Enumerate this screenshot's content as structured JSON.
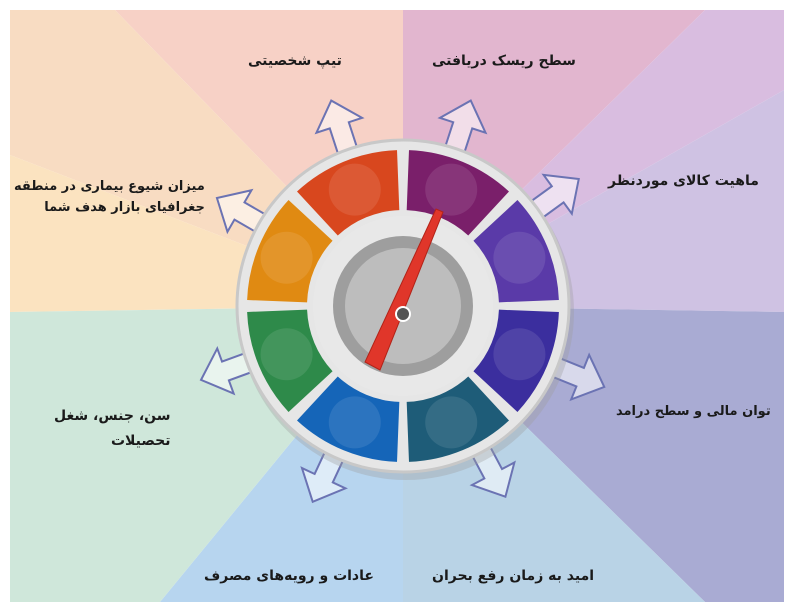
{
  "factors": [
    {
      "id": "personality",
      "label": "تیپ شخصیتی"
    },
    {
      "id": "risk",
      "label": "سطح  ریسک  دریافتی"
    },
    {
      "id": "product",
      "label": "ماهیت  کالای  موردنظر"
    },
    {
      "id": "income",
      "label": "توان مالی و سطح  درامد"
    },
    {
      "id": "hope",
      "label": "امید  به  زمان  رفع  بحران"
    },
    {
      "id": "habits",
      "label": "عادات و رویه‌های مصرف"
    },
    {
      "id": "demographics",
      "lines": [
        "سن، جنس، شغل",
        "تحصیلات"
      ]
    },
    {
      "id": "disease",
      "lines": [
        "میزان شیوع بیماری در منطقه",
        "جغرافیای بازار هدف شما"
      ]
    }
  ],
  "colors": {
    "segments": [
      "#7a1f6a",
      "#5a3aa8",
      "#3b2e9e",
      "#1e5c78",
      "#1565b8",
      "#2e8a4a",
      "#e08a12",
      "#d8471e"
    ],
    "needle": "#e0362a",
    "ring_outer": "#d9d9d9",
    "hub": "#bdbdbd"
  },
  "icons": [
    "arrow-icon",
    "needle-icon"
  ]
}
